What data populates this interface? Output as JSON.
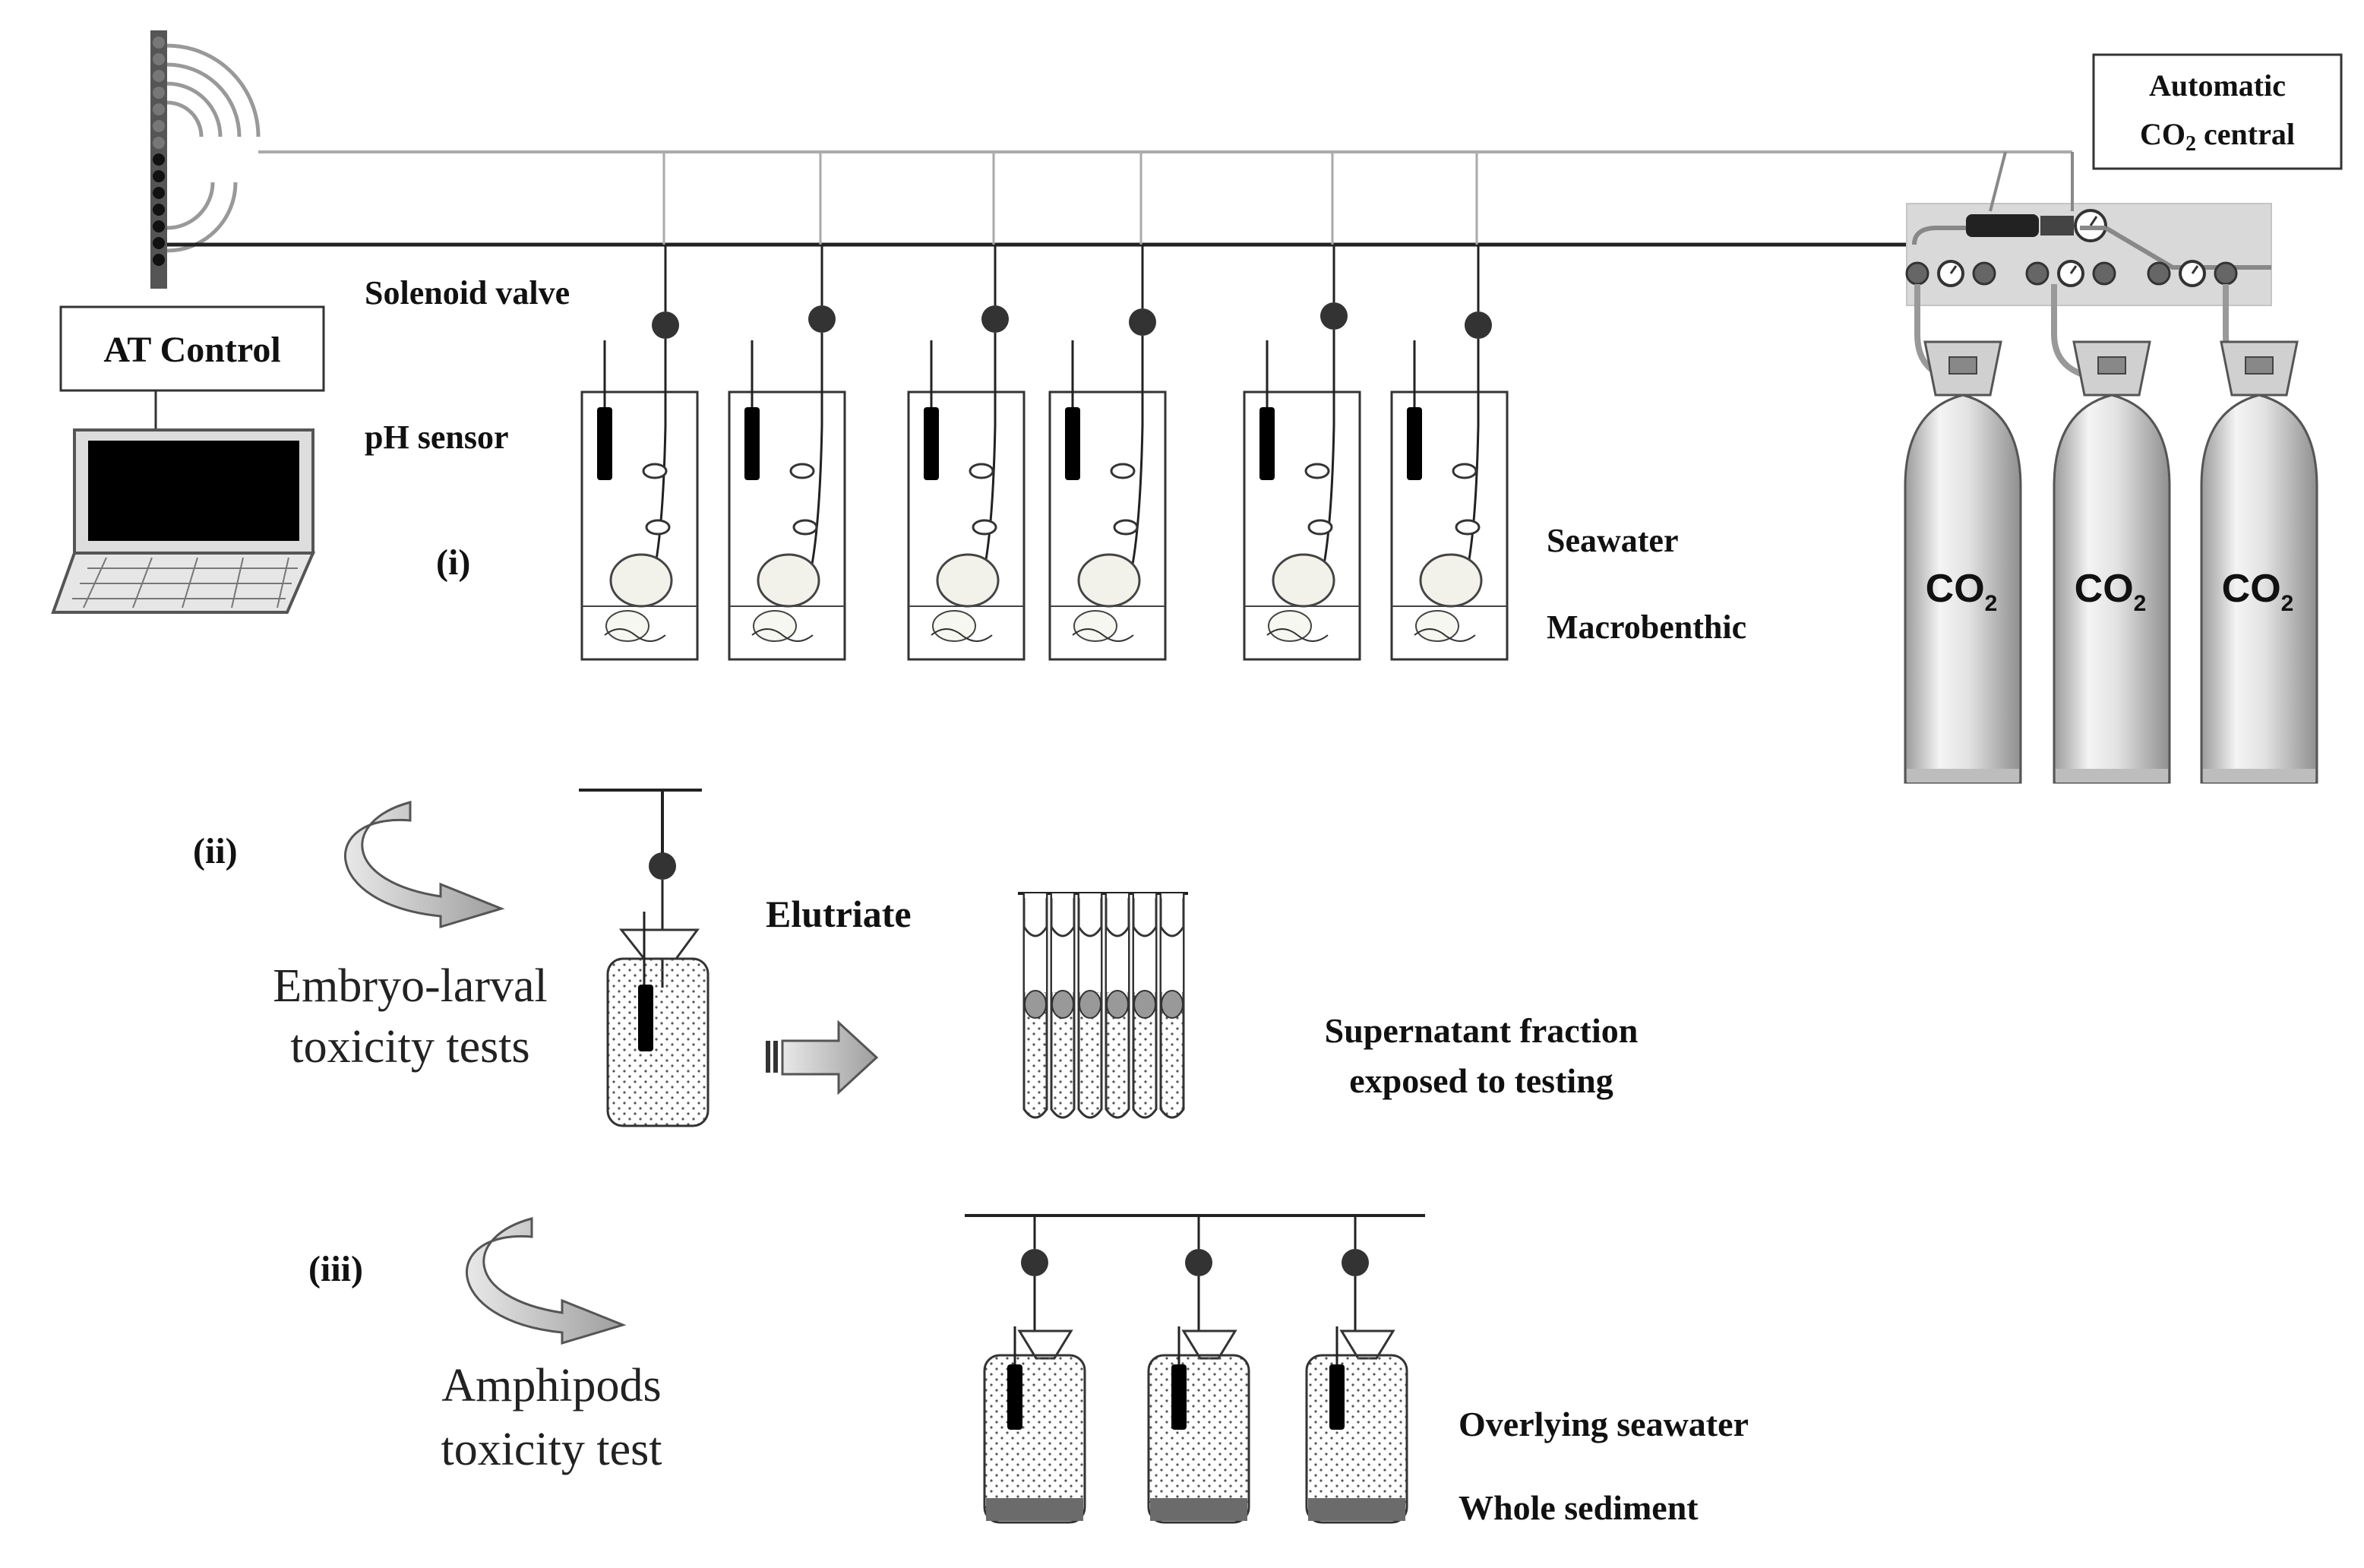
{
  "labels": {
    "at_control": "AT Control",
    "solenoid_valve": "Solenoid valve",
    "ph_sensor": "pH sensor",
    "central_line1": "Automatic",
    "central_line2_prefix": "CO",
    "central_line2_sub": "2",
    "central_line2_suffix": " central",
    "seawater": "Seawater",
    "macrobenthic": "Macrobenthic",
    "step_i": "(i)",
    "step_ii": "(ii)",
    "step_iii": "(iii)",
    "embryo_line1": "Embryo-larval",
    "embryo_line2": "toxicity tests",
    "elutriate": "Elutriate",
    "supernatant_line1": "Supernatant fraction",
    "supernatant_line2": "exposed to testing",
    "amphipods_line1": "Amphipods",
    "amphipods_line2": "toxicity test",
    "overlying": "Overlying seawater",
    "whole_sediment": "Whole sediment",
    "cylinder_main": "CO",
    "cylinder_sub": "2"
  },
  "colors": {
    "line": "#222222",
    "bubble": "#333333",
    "cylinder_light": "#f4f4f4",
    "cylinder_dark": "#b9b9b9",
    "manifold": "#d9d9d9",
    "arrow": "#bdbdbd",
    "sediment": "#6b6b6b"
  }
}
